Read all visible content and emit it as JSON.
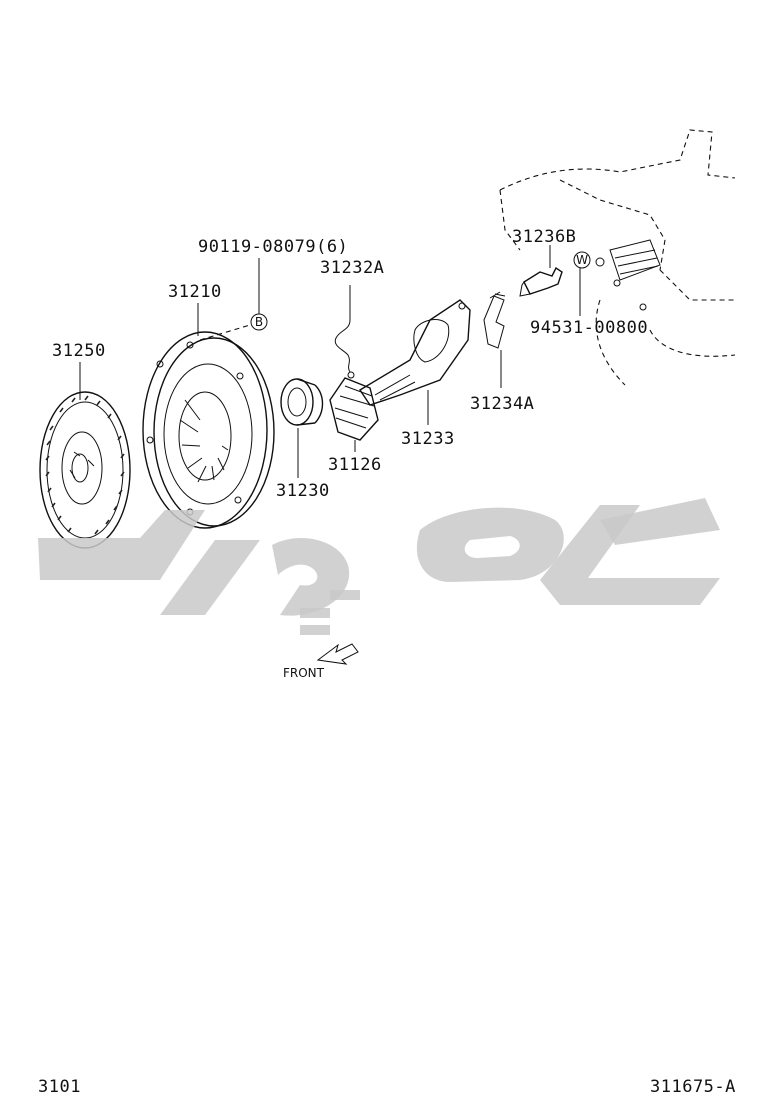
{
  "parts": {
    "clutch_disc": "31250",
    "clutch_cover": "31210",
    "bolt": "90119-08079(6)",
    "bolt_marker": "B",
    "spring": "31232A",
    "release_bearing": "31230",
    "hub_boot": "31126",
    "release_fork": "31233",
    "retainer_clip": "31234A",
    "support_pivot": "31236B",
    "washer": "94531-00800",
    "washer_marker": "W"
  },
  "direction_label": "FRONT",
  "footer": {
    "left_code": "3101",
    "right_code": "311675-A"
  }
}
